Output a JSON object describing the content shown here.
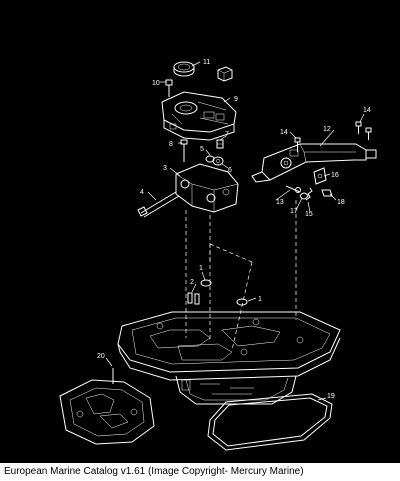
{
  "callouts": [
    "1",
    "2",
    "3",
    "4",
    "5",
    "6",
    "7",
    "8",
    "9",
    "10",
    "11",
    "12",
    "13",
    "14",
    "14",
    "15",
    "16",
    "17",
    "18",
    "19",
    "20"
  ],
  "caption": "European Marine Catalog v1.61 (Image Copyright- Mercury Marine)",
  "colors": {
    "background": "#000000",
    "line": "#ffffff",
    "caption_bg": "#ffffff",
    "caption_text": "#000000"
  }
}
